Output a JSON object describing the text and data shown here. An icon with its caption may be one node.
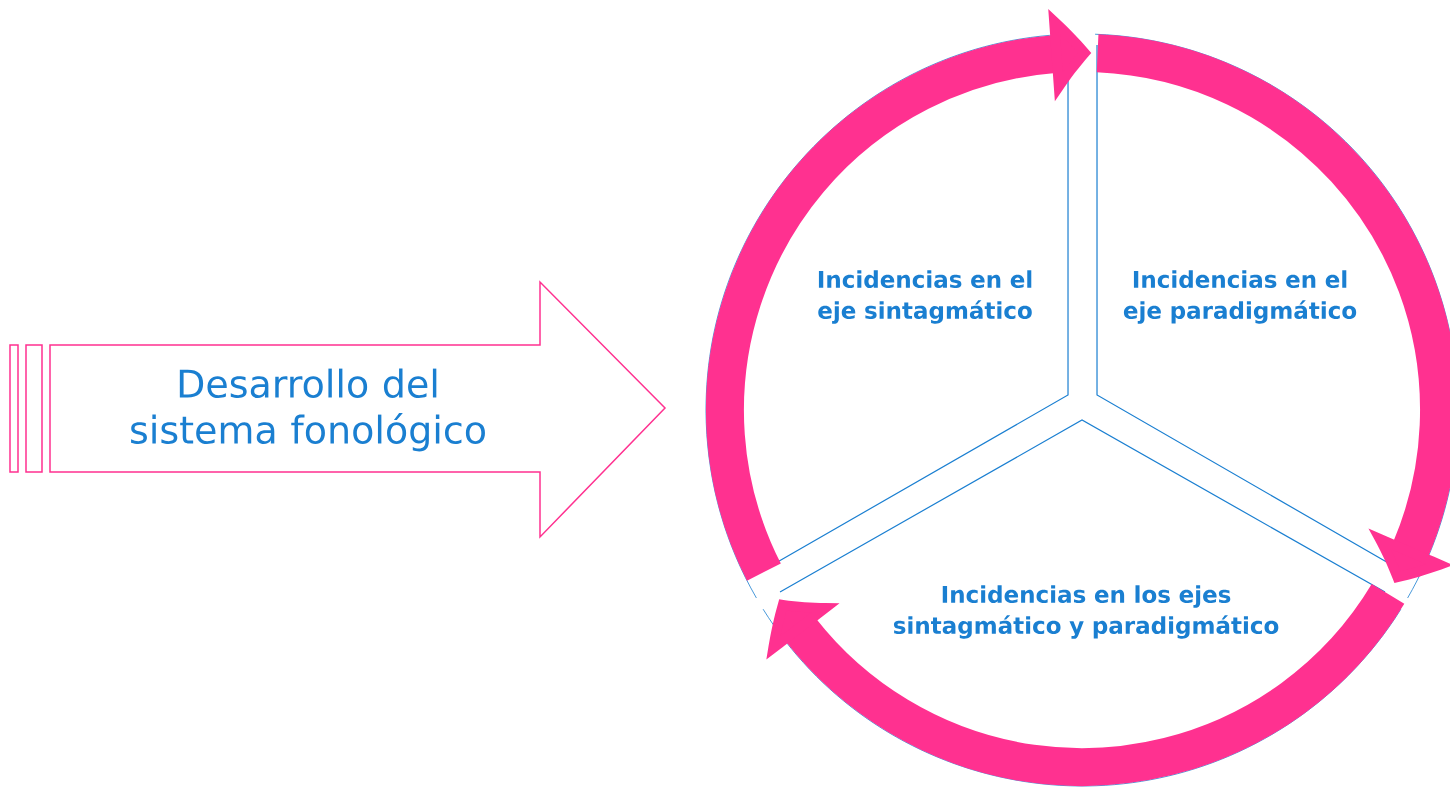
{
  "diagram": {
    "nodes": [
      {
        "text": [
          "Desarrollo del sistema fonológico"
        ]
      },
      {
        "text": [
          "Incidencias en el eje sintagmático"
        ]
      },
      {
        "text": [
          "Incidencias en el eje paradigmático"
        ]
      },
      {
        "text": [
          "Incidencias en los ejes sintagmático y paradigmático"
        ]
      }
    ],
    "edges": [
      {
        "from": 1,
        "to": 2,
        "arrow": "to"
      },
      {
        "from": 2,
        "to": 3,
        "arrow": "to"
      },
      {
        "from": 3,
        "to": 1,
        "arrow": "to"
      }
    ]
  }
}
